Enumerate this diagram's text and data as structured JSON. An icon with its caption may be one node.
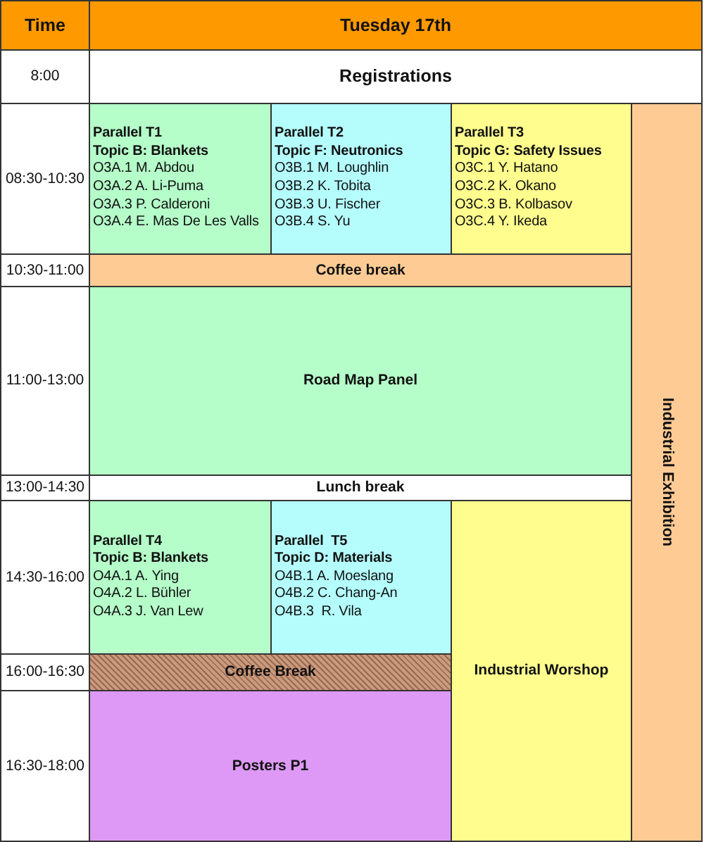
{
  "diagram": {
    "nodes": [
      {
        "text": [
          "Time"
        ]
      },
      {
        "text": [
          "Tuesday 17th"
        ]
      },
      {
        "text": [
          "8:00"
        ]
      },
      {
        "text": [
          "Registrations"
        ]
      },
      {
        "text": [
          "08:30-10:30"
        ]
      },
      {
        "text": [
          "Parallel T1",
          "Topic B: Blankets",
          "O3A.1 M. Abdou",
          "O3A.2 A. Li-Puma",
          "O3A.3 P. Calderoni",
          "O3A.4 E. Mas De Les Valls"
        ]
      },
      {
        "text": [
          "Parallel T2",
          "Topic F: Neutronics",
          "O3B.1 M. Loughlin",
          "O3B.2 K. Tobita",
          "O3B.3 U. Fischer",
          "O3B.4 S. Yu"
        ]
      },
      {
        "text": [
          "Parallel T3",
          "Topic G: Safety Issues",
          "O3C.1 Y. Hatano",
          "O3C.2 K. Okano",
          "O3C.3 B. Kolbasov",
          "O3C.4 Y. Ikeda"
        ]
      },
      {
        "text": [
          "Industrial Exhibition"
        ]
      },
      {
        "text": [
          "10:30-11:00"
        ]
      },
      {
        "text": [
          "Coffee break"
        ]
      },
      {
        "text": [
          "11:00-13:00"
        ]
      },
      {
        "text": [
          "Road Map Panel"
        ]
      },
      {
        "text": [
          "13:00-14:30"
        ]
      },
      {
        "text": [
          "Lunch break"
        ]
      },
      {
        "text": [
          "14:30-16:00"
        ]
      },
      {
        "text": [
          "Parallel T4",
          "Topic B: Blankets",
          "O4A.1 A. Ying",
          "O4A.2 L. Bühler",
          "O4A.3 J. Van Lew"
        ]
      },
      {
        "text": [
          "Parallel  T5",
          "Topic D: Materials",
          "O4B.1 A. Moeslang",
          "O4B.2 C. Chang-An",
          "O4B.3  R. Vila"
        ]
      },
      {
        "text": [
          "Industrial Worshop"
        ]
      },
      {
        "text": [
          "16:00-16:30"
        ]
      },
      {
        "text": [
          "Coffee Break"
        ]
      },
      {
        "text": [
          "16:30-18:00"
        ]
      },
      {
        "text": [
          "Posters P1"
        ]
      }
    ]
  }
}
